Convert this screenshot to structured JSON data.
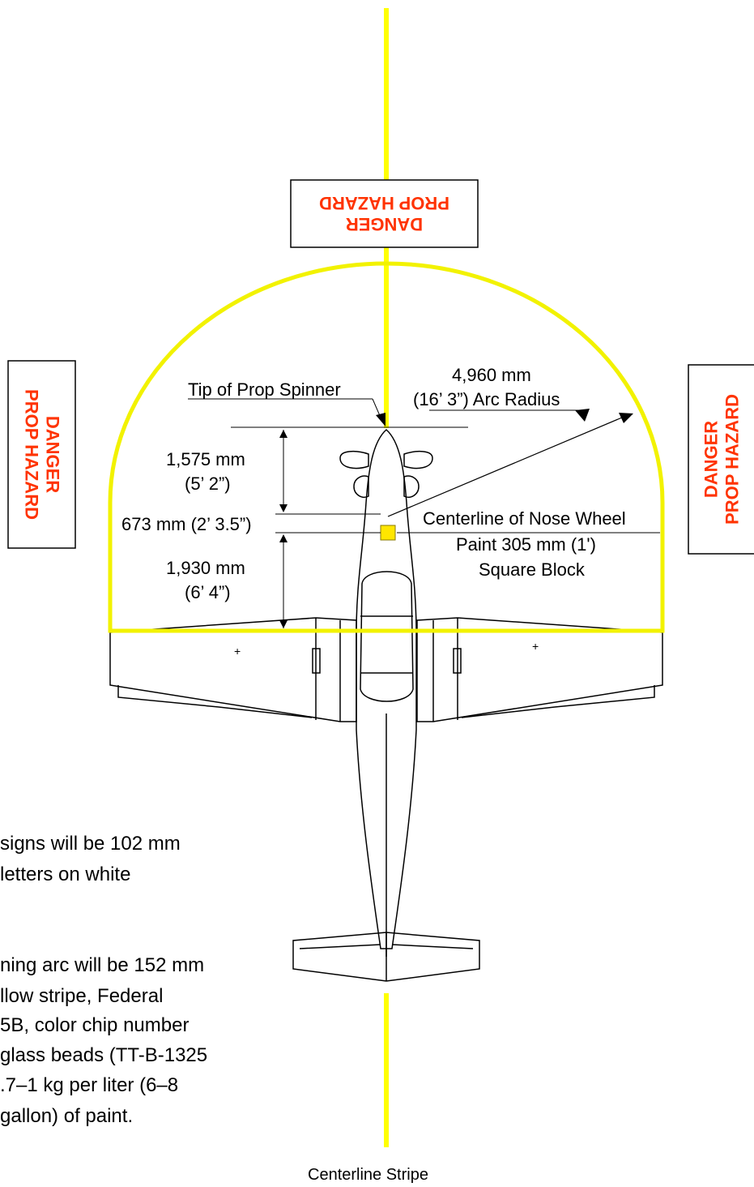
{
  "colors": {
    "stripe": "#ffff00",
    "arc": "#f2f200",
    "danger_text": "#ff3300",
    "nose_block": "#ffe600",
    "outline": "#000000"
  },
  "signs": {
    "top": {
      "line1": "DANGER",
      "line2": "PROP HAZARD",
      "orientation": "inverted"
    },
    "left": {
      "line1": "DANGER",
      "line2": "PROP HAZARD",
      "orientation": "rotated-clockwise"
    },
    "right": {
      "line1": "DANGER",
      "line2": "PROP HAZARD",
      "orientation": "rotated-counterclockwise"
    }
  },
  "labels": {
    "tip_of_prop_spinner": "Tip of Prop Spinner",
    "arc_radius_line1": "4,960 mm",
    "arc_radius_line2": "(16’ 3”) Arc Radius",
    "dim1_line1": "1,575 mm",
    "dim1_line2": "(5’ 2”)",
    "dim2": "673 mm (2’ 3.5”)",
    "dim3_line1": "1,930 mm",
    "dim3_line2": "(6’ 4”)",
    "nose_wheel_line1": "Centerline of Nose Wheel",
    "nose_wheel_line2": "Paint 305 mm (1')",
    "nose_wheel_line3": "Square Block",
    "centerline_stripe": "Centerline Stripe"
  },
  "notes": {
    "note1": [
      "signs will be 102 mm",
      "letters on white"
    ],
    "note2": [
      "ning arc will be 152 mm",
      "llow stripe, Federal",
      "5B, color chip number",
      "glass beads (TT-B-1325",
      ".7–1 kg per liter (6–8",
      "gallon) of paint."
    ]
  }
}
